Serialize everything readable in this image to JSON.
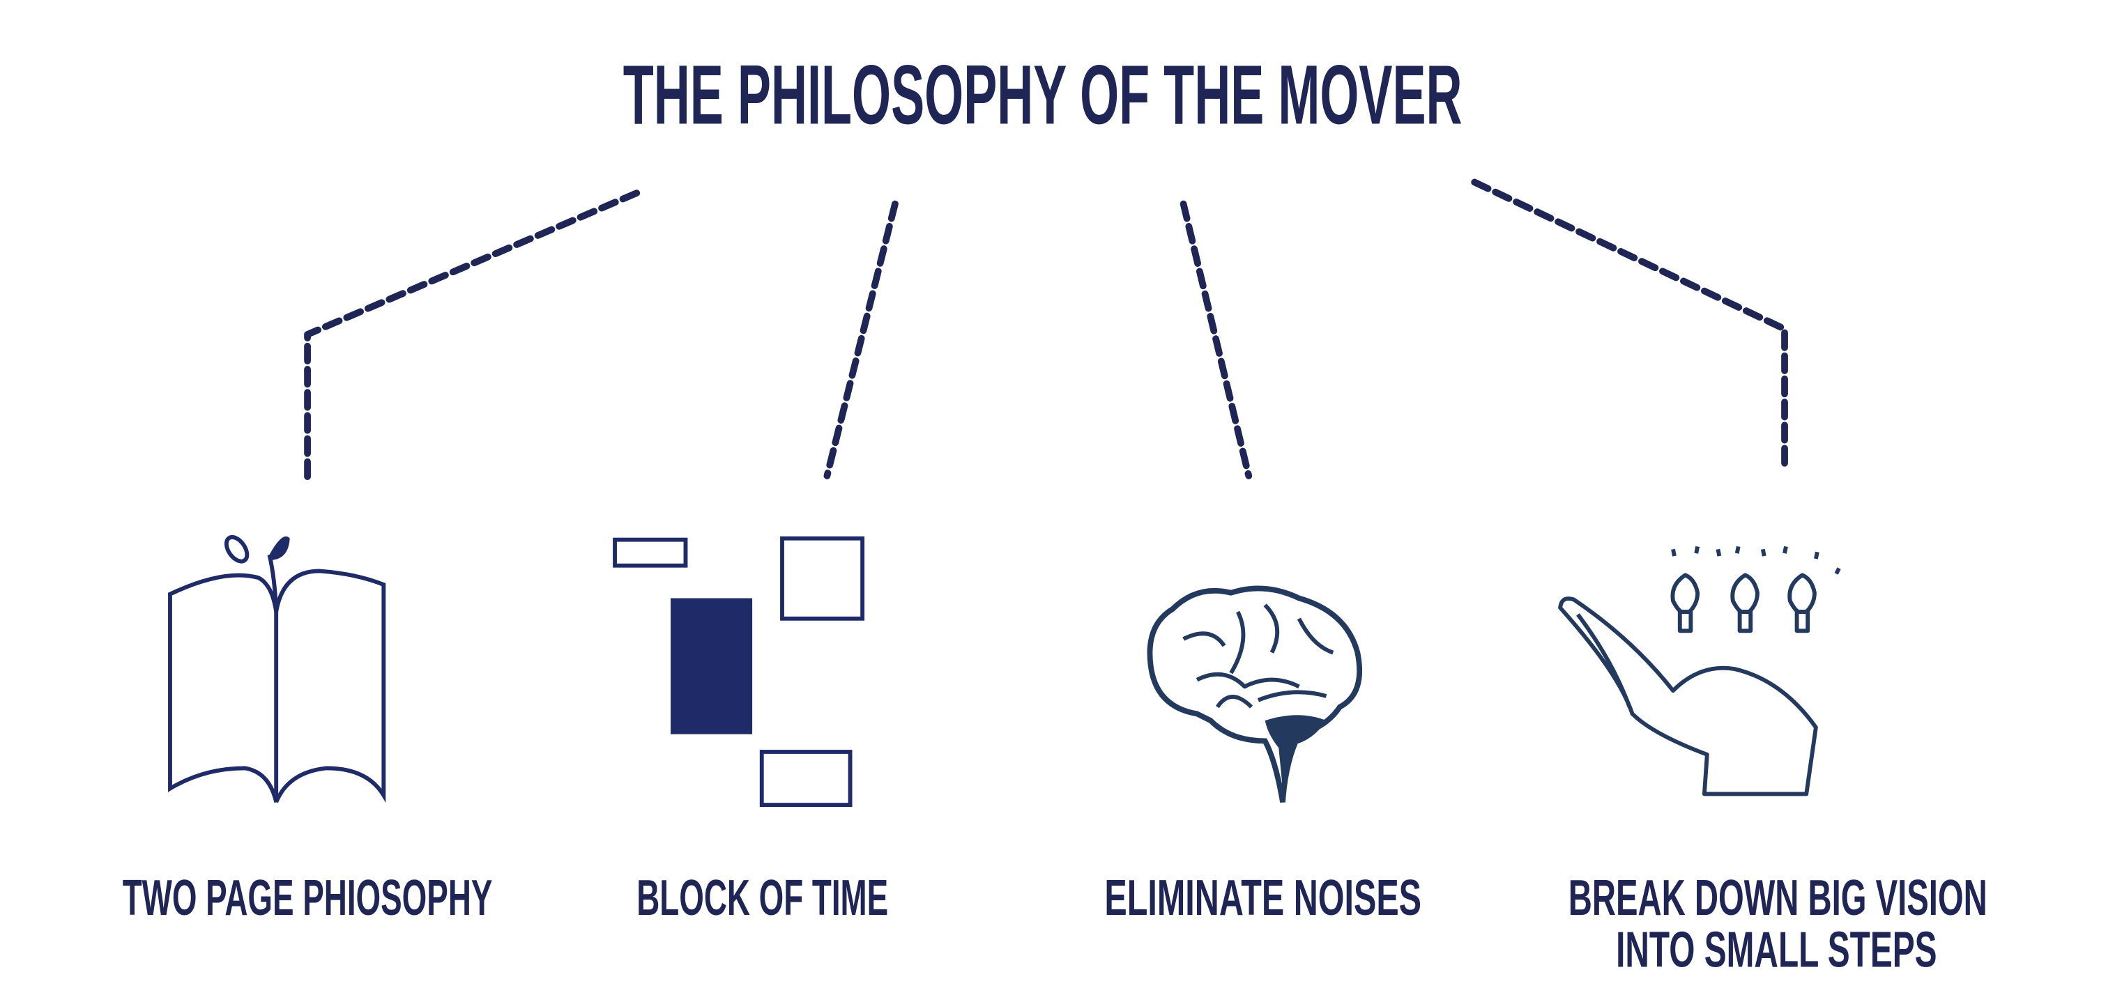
{
  "title": "THE PHILOSOPHY OF THE MOVER",
  "items": [
    {
      "label": "TWO PAGE PHIOSOPHY",
      "icon": "open-book-sprout-icon"
    },
    {
      "label": "BLOCK OF TIME",
      "icon": "time-blocks-icon"
    },
    {
      "label": "ELIMINATE NOISES",
      "icon": "brain-icon"
    },
    {
      "label_line1": "BREAK DOWN BIG VISION",
      "label_line2": "INTO SMALL STEPS",
      "icon": "hand-lightbulbs-icon"
    }
  ],
  "colors": {
    "primary": "#1f2554",
    "icon": "#1f2a68",
    "brain": "#233a5e"
  }
}
